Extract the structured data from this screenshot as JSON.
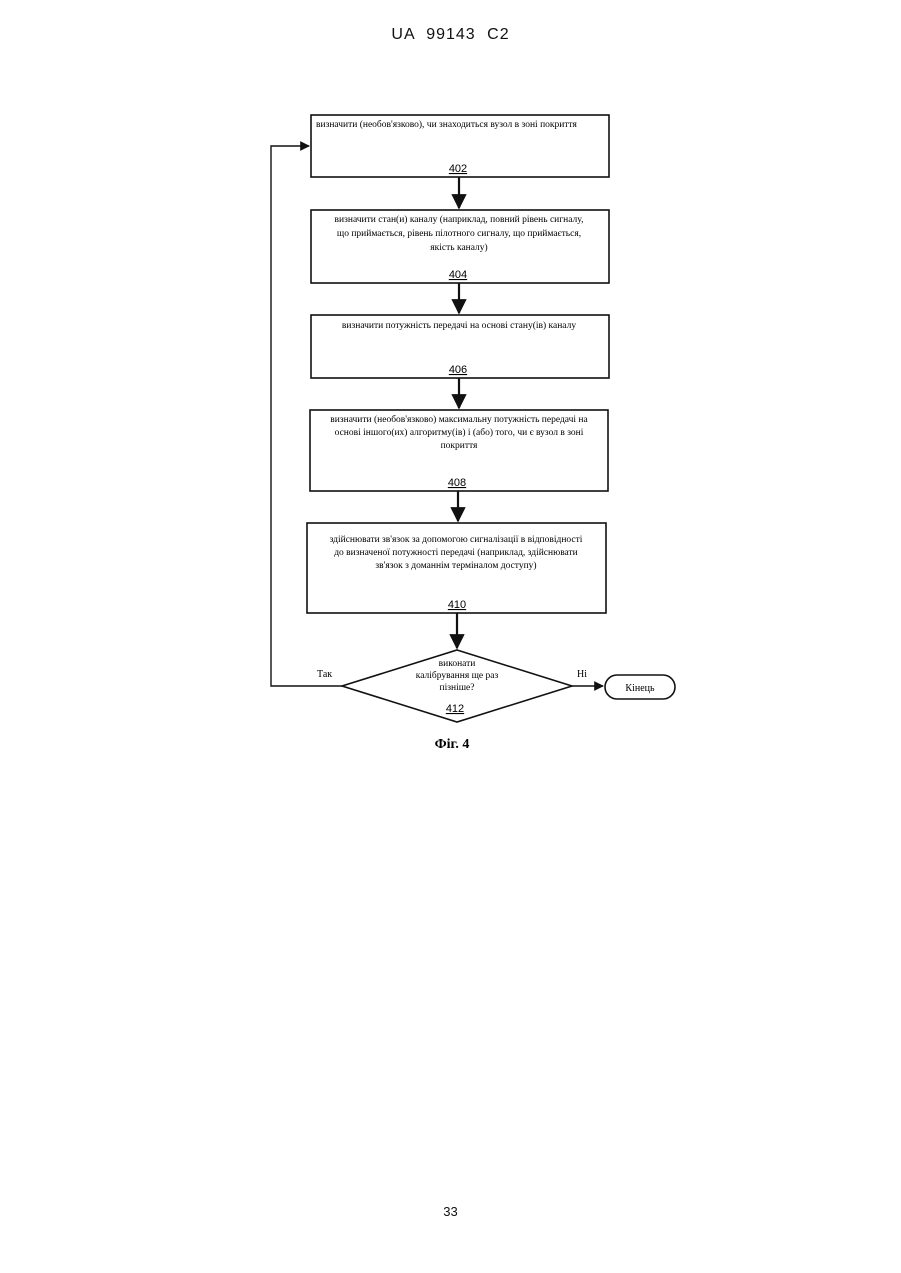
{
  "header": {
    "text": "UA   99143   C2"
  },
  "page_number": "33",
  "figure": {
    "caption": "Фіг. 4"
  },
  "flowchart": {
    "steps": [
      {
        "ref": "402",
        "lines": [
          "визначити (необов'язково), чи знаходиться вузол в зоні покриття"
        ]
      },
      {
        "ref": "404",
        "lines": [
          "визначити стан(и) каналу (наприклад, повний рівень сигналу,",
          "що приймається, рівень пілотного сигналу, що приймається,",
          "якість каналу)"
        ]
      },
      {
        "ref": "406",
        "lines": [
          "визначити потужність передачі на основі стану(ів) каналу"
        ]
      },
      {
        "ref": "408",
        "lines": [
          "визначити (необов'язково) максимальну потужність передачі на",
          "основі іншого(их) алгоритму(ів) і (або) того, чи є вузол в зоні",
          "покриття"
        ]
      },
      {
        "ref": "410",
        "lines": [
          "здійснювати зв'язок за допомогою сигналізації в відповідності",
          "до визначеної потужності передачі (наприклад, здійснювати",
          "зв'язок з доманнім терміналом доступу)"
        ]
      }
    ],
    "decision": {
      "ref": "412",
      "lines": [
        "виконати",
        "калібрування ще раз",
        "пізніше?"
      ],
      "yes_label": "Так",
      "no_label": "Ні"
    },
    "end": {
      "label": "Кінець"
    }
  }
}
